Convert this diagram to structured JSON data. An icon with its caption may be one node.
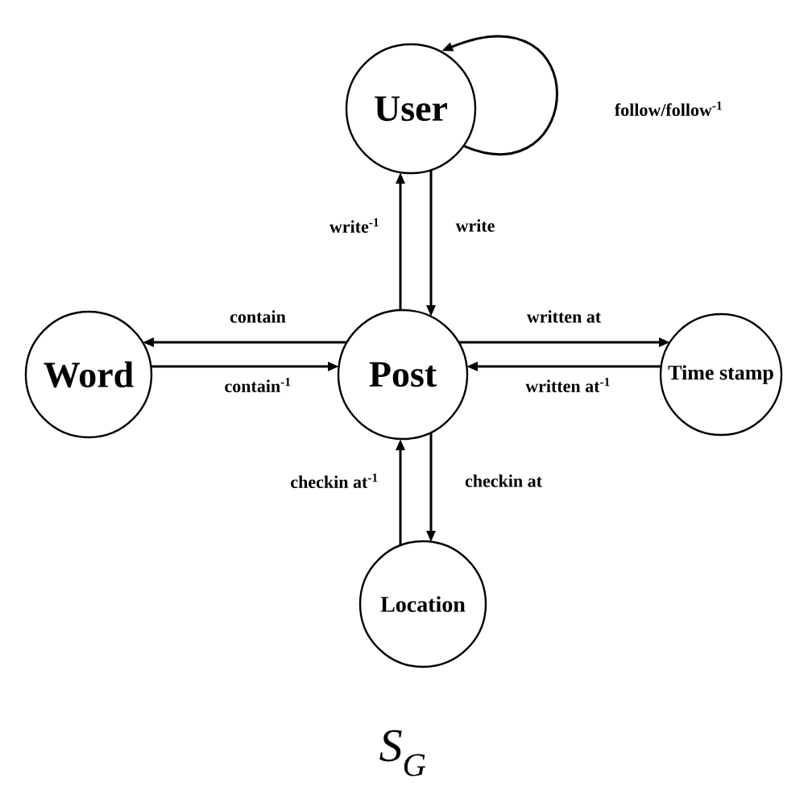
{
  "diagram": {
    "nodes": [
      {
        "text": [
          "User"
        ]
      },
      {
        "text": [
          "Word"
        ]
      },
      {
        "text": [
          "Post"
        ]
      },
      {
        "text": [
          "Time stamp"
        ]
      },
      {
        "text": [
          "Location"
        ]
      }
    ],
    "edges": [
      {
        "from": 0,
        "to": 0,
        "arrow": "to",
        "label": "follow/follow$^{-1}$"
      },
      {
        "from": 2,
        "to": 0,
        "arrow": "to",
        "label": "write$^{-1}$"
      },
      {
        "from": 0,
        "to": 2,
        "arrow": "to",
        "label": "write"
      },
      {
        "from": 2,
        "to": 1,
        "arrow": "to",
        "label": "contain"
      },
      {
        "from": 1,
        "to": 2,
        "arrow": "to",
        "label": "contain$^{-1}$"
      },
      {
        "from": 2,
        "to": 3,
        "arrow": "to",
        "label": "written at"
      },
      {
        "from": 3,
        "to": 2,
        "arrow": "to",
        "label": "written at$^{-1}$"
      },
      {
        "from": 4,
        "to": 2,
        "arrow": "to",
        "label": "checkin at$^{-1}$"
      },
      {
        "from": 2,
        "to": 4,
        "arrow": "to",
        "label": "checkin at"
      }
    ],
    "caption": "S$_{G}$"
  }
}
